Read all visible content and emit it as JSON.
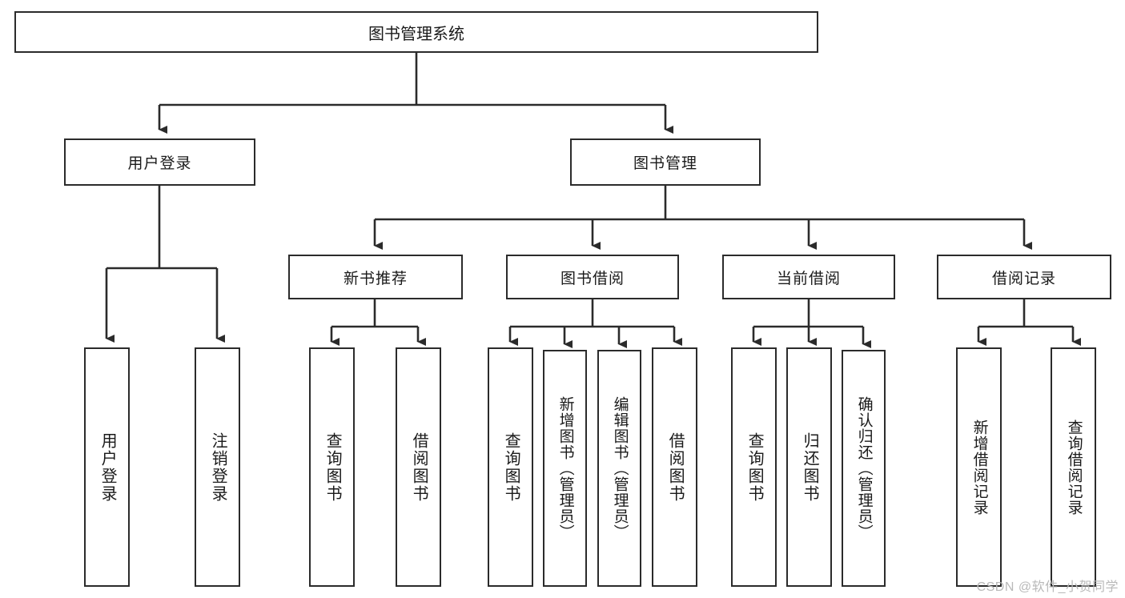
{
  "diagram": {
    "type": "hierarchy-tree",
    "title": "图书管理系统",
    "watermark": "CSDN @软件_小贺同学",
    "root": {
      "label": "图书管理系统"
    },
    "level2": [
      {
        "label": "用户登录"
      },
      {
        "label": "图书管理"
      }
    ],
    "level3": [
      {
        "label": "新书推荐"
      },
      {
        "label": "图书借阅"
      },
      {
        "label": "当前借阅"
      },
      {
        "label": "借阅记录"
      }
    ],
    "leaves": {
      "user_login": [
        {
          "label": "用户登录"
        },
        {
          "label": "注销登录"
        }
      ],
      "new_book_recommend": [
        {
          "label": "查询图书"
        },
        {
          "label": "借阅图书"
        }
      ],
      "book_borrow": [
        {
          "label": "查询图书"
        },
        {
          "label": "新增图书（管理员）"
        },
        {
          "label": "编辑图书（管理员）"
        },
        {
          "label": "借阅图书"
        }
      ],
      "current_borrow": [
        {
          "label": "查询图书"
        },
        {
          "label": "归还图书"
        },
        {
          "label": "确认归还（管理员）"
        }
      ],
      "borrow_record": [
        {
          "label": "新增借阅记录"
        },
        {
          "label": "查询借阅记录"
        }
      ]
    },
    "colors": {
      "stroke": "#2b2b2b",
      "fill": "#ffffff",
      "text": "#1a1a1a",
      "watermark": "#b9b9b9"
    }
  }
}
